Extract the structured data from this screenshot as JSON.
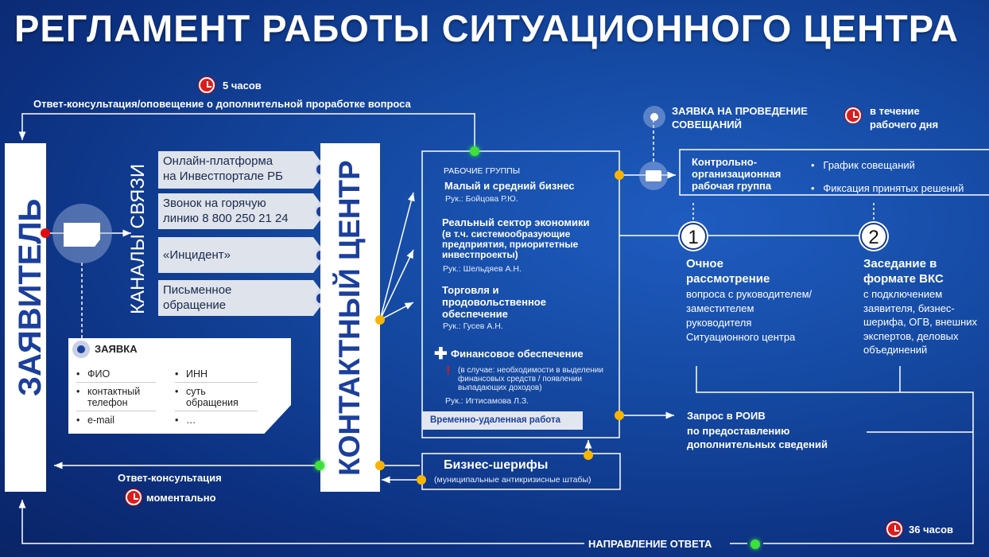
{
  "title": "РЕГЛАМЕНТ РАБОТЫ СИТУАЦИОННОГО ЦЕНТРА",
  "top_time": "5 часов",
  "top_feedback": "Ответ-консультация/оповещение о дополнительной проработке вопроса",
  "applicant": "ЗАЯВИТЕЛЬ",
  "channels_label": "КАНАЛЫ СВЯЗИ",
  "channels": [
    {
      "l1": "Онлайн-платформа",
      "l2": "на Инвестпортале РБ"
    },
    {
      "l1": "Звонок на горячую",
      "l2": "линию 8 800 250 21 24"
    },
    {
      "l1": "«Инцидент»",
      "l2": ""
    },
    {
      "l1": "Письменное",
      "l2": "обращение"
    }
  ],
  "contact_center": "КОНТАКТНЫЙ ЦЕНТР",
  "request_card": {
    "title": "ЗАЯВКА",
    "col1": [
      "ФИО",
      "контактный телефон",
      "e-mail"
    ],
    "col2": [
      "ИНН",
      "суть обращения",
      "…"
    ]
  },
  "groups": {
    "label": "РАБОЧИЕ ГРУППЫ",
    "items": [
      {
        "name": "Малый и средний бизнес",
        "sub": "",
        "head": "Рук.: Бойцова Р.Ю."
      },
      {
        "name": "Реальный сектор экономики",
        "sub": "(в т.ч. системообразующие предприятия, приоритетные инвестпроекты)",
        "head": "Рук.:  Шельдяев А.Н."
      },
      {
        "name": "Торговля и продовольственное обеспечение",
        "sub": "",
        "head": "Рук.:  Гусев А.Н."
      }
    ],
    "finance": {
      "name": "Финансовое обеспечение",
      "note": "(в случае: необходимости в выделении финансовых средств / появлении выпадающих доходов)",
      "head": "Рук.:  Игтисамова Л.З."
    },
    "remote": "Временно-удаленная работа"
  },
  "sheriffs": {
    "name": "Бизнес-шерифы",
    "sub": "(муниципальные антикризисные штабы)"
  },
  "answer": "Ответ-консультация",
  "answer_time": "моментально",
  "meeting_request": "ЗАЯВКА НА ПРОВЕДЕНИЕ СОВЕЩАНИЙ",
  "meeting_time": "в течение рабочего дня",
  "korg": {
    "name": "Контрольно-организационная рабочая группа",
    "items": [
      "График совещаний",
      "Фиксация принятых решений"
    ]
  },
  "option1": {
    "num": "1",
    "title": "Очное рассмотрение",
    "text": "вопроса с руководителем/ заместителем руководителя Ситуационного центра"
  },
  "option2": {
    "num": "2",
    "title": "Заседание в формате ВКС",
    "text": "с подключением заявителя, бизнес-шерифа, ОГВ, внешних экспертов, деловых объединений"
  },
  "roiv": {
    "title": "Запрос в РОИВ",
    "text": "по предоставлению дополнительных сведений"
  },
  "bottom_label": "НАПРАВЛЕНИЕ ОТВЕТА",
  "bottom_time": "36 часов",
  "colors": {
    "accent_blue": "#1b3f9c",
    "dot_yellow": "#f7b500",
    "dot_green": "#3ee03a",
    "dot_red": "#e10c0c"
  }
}
